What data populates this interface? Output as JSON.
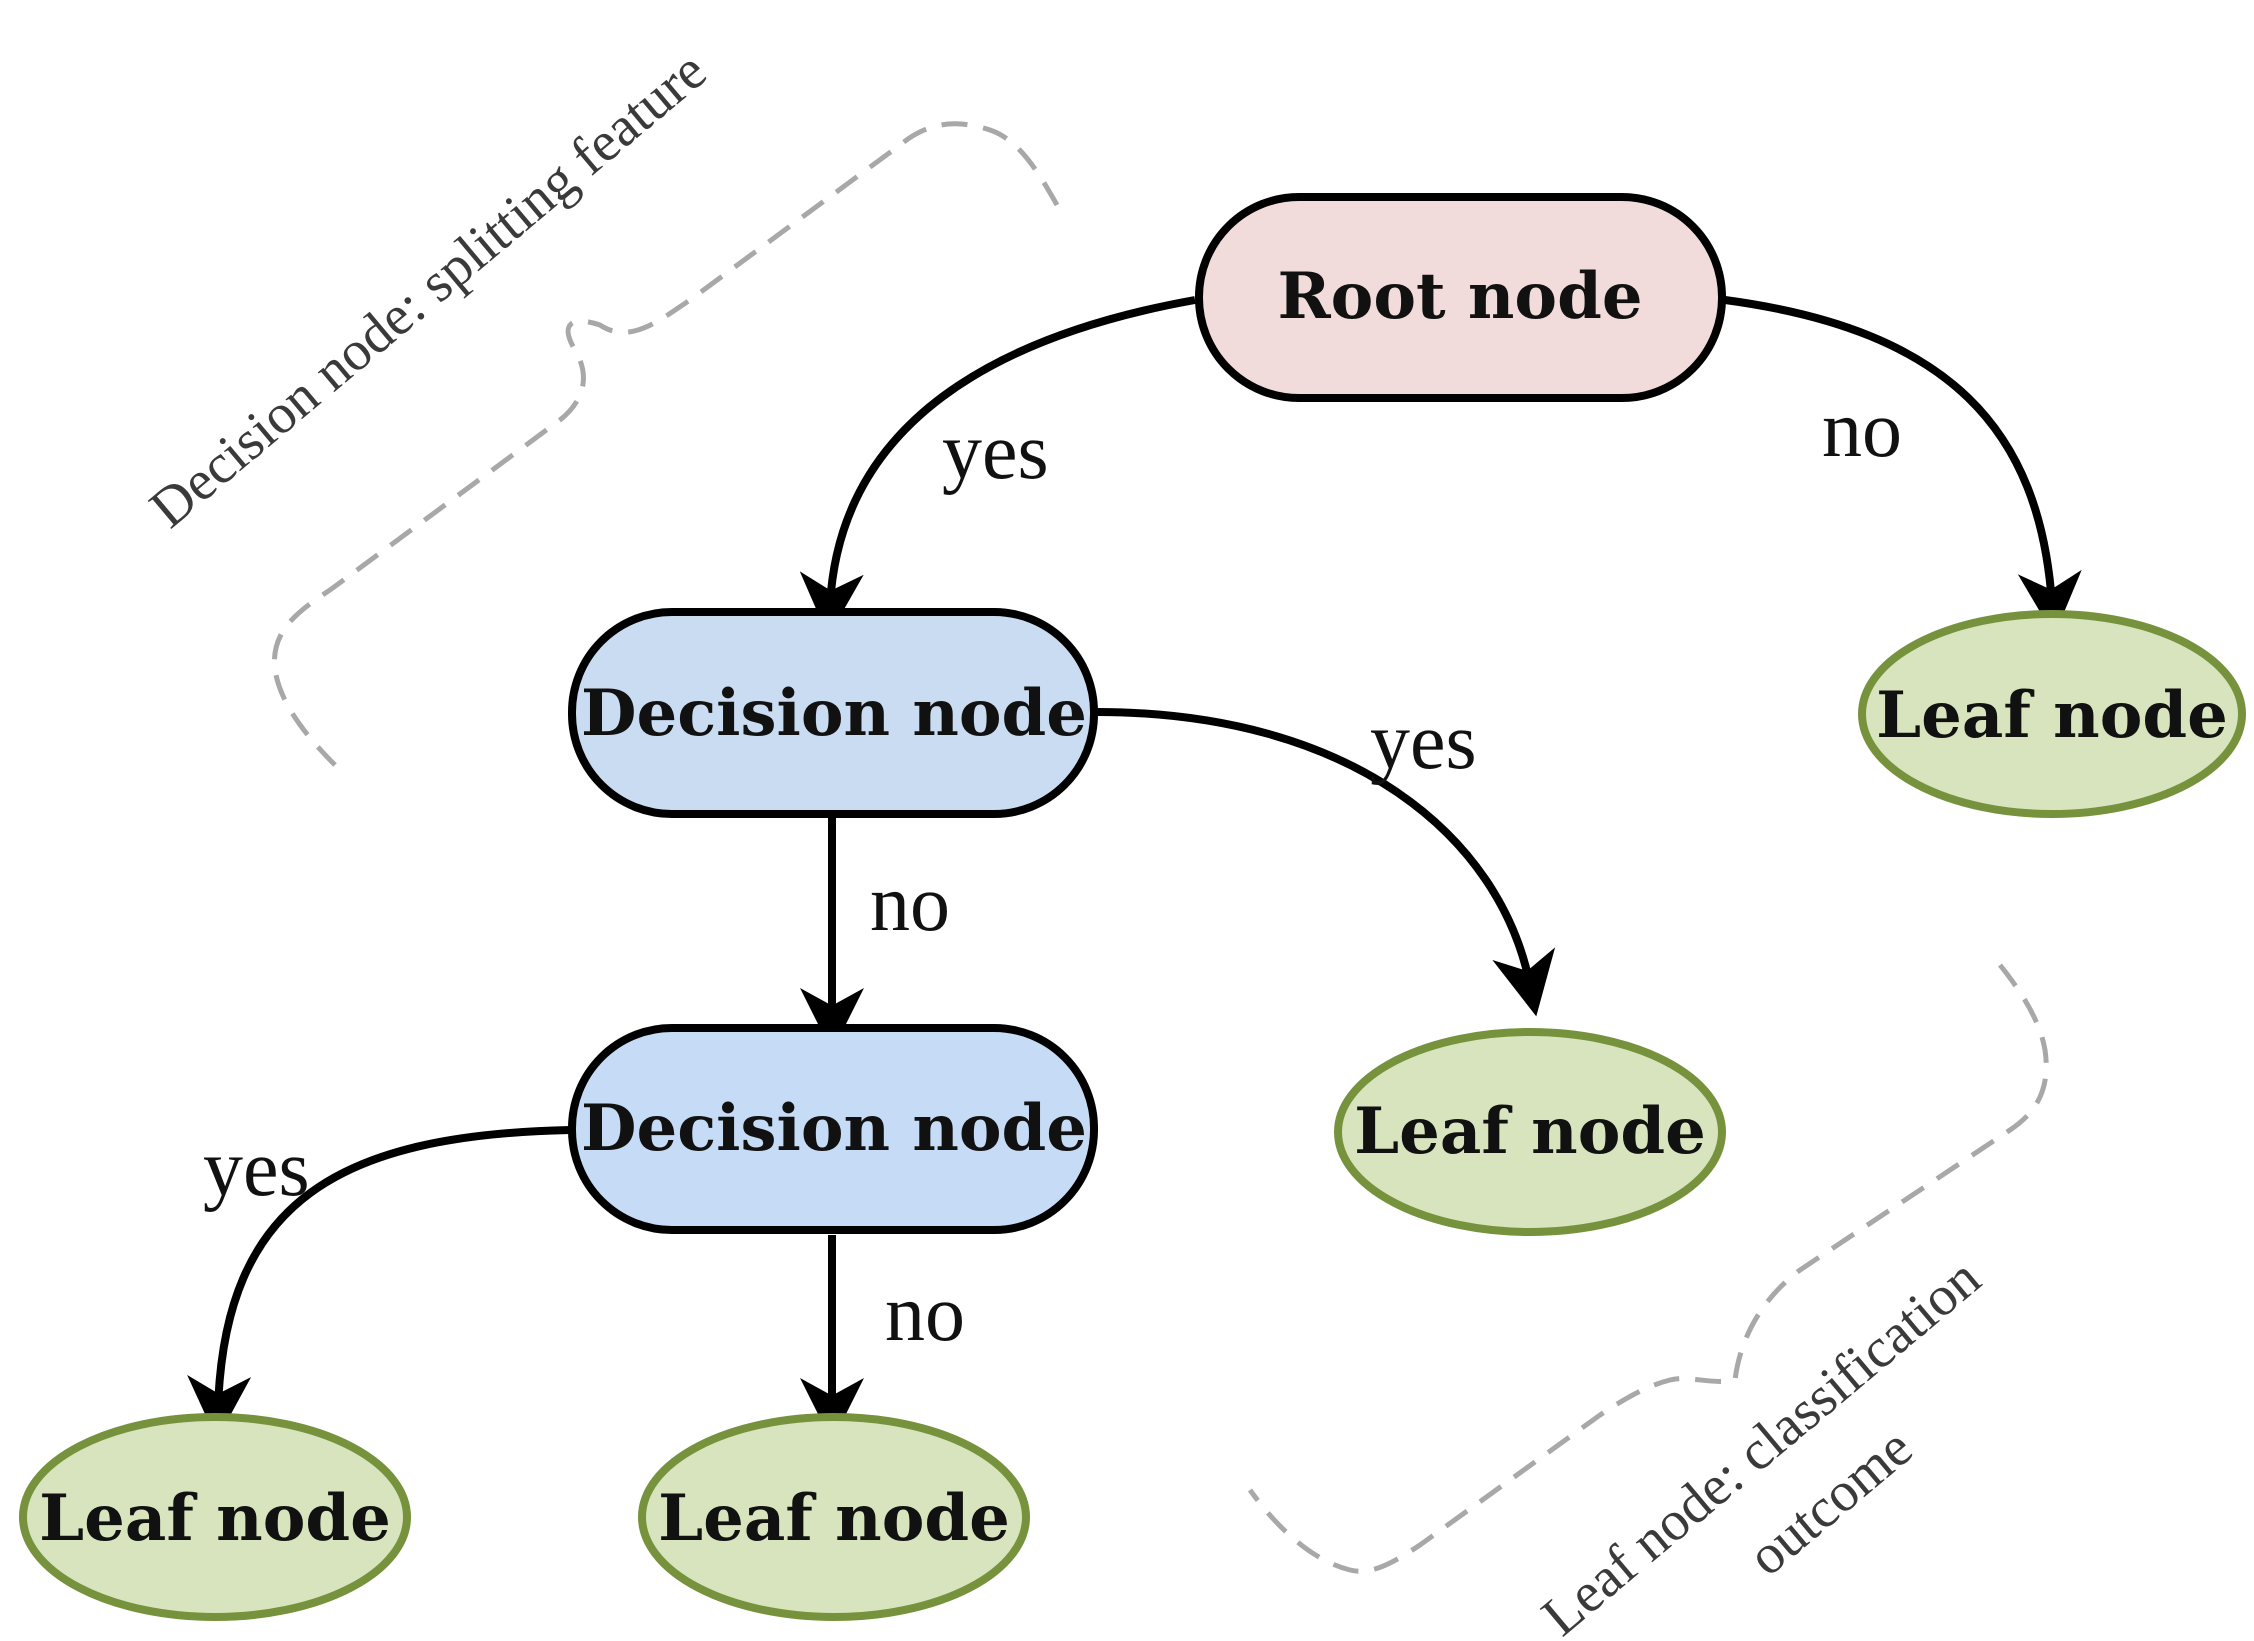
{
  "nodes": {
    "root": {
      "label": "Root node",
      "fill": "#f2dcdb",
      "stroke": "#000000"
    },
    "decision_1": {
      "label": "Decision node",
      "fill": "#cadcf2",
      "stroke": "#000000"
    },
    "decision_2": {
      "label": "Decision node",
      "fill": "#c6dbf5",
      "stroke": "#000000"
    },
    "leaf_root_no": {
      "label": "Leaf node",
      "fill": "#d7e4bd",
      "stroke": "#76923c"
    },
    "leaf_decision1_yes": {
      "label": "Leaf node",
      "fill": "#d7e4bd",
      "stroke": "#76923c"
    },
    "leaf_decision2_yes": {
      "label": "Leaf node",
      "fill": "#d7e4bd",
      "stroke": "#76923c"
    },
    "leaf_decision2_no": {
      "label": "Leaf node",
      "fill": "#d7e4bd",
      "stroke": "#76923c"
    }
  },
  "edges": {
    "root_yes": "yes",
    "root_no": "no",
    "decision1_yes": "yes",
    "decision1_no": "no",
    "decision2_yes": "yes",
    "decision2_no": "no"
  },
  "annotations": {
    "decision": "Decision node: splitting feature",
    "leaf_line1": "Leaf node: classification",
    "leaf_line2": "outcome"
  }
}
